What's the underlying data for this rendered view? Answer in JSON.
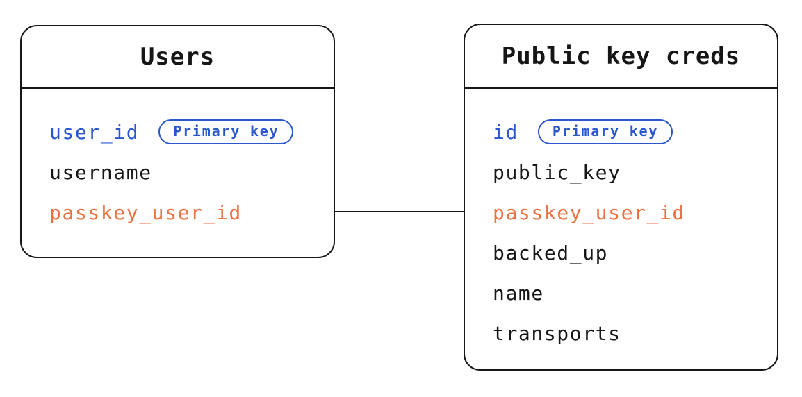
{
  "colors": {
    "primary_key_blue": "#2A57CE",
    "highlight_orange": "#EA7140",
    "text_black": "#161616",
    "line_black": "#161616",
    "background": "#FFFFFF"
  },
  "tables": [
    {
      "title": "Users",
      "fields": [
        {
          "name": "user_id",
          "color": "blue",
          "badge": "Primary key"
        },
        {
          "name": "username",
          "color": "black"
        },
        {
          "name": "passkey_user_id",
          "color": "orange"
        }
      ]
    },
    {
      "title": "Public key creds",
      "fields": [
        {
          "name": "id",
          "color": "blue",
          "badge": "Primary key"
        },
        {
          "name": "public_key",
          "color": "black"
        },
        {
          "name": "passkey_user_id",
          "color": "orange"
        },
        {
          "name": "backed_up",
          "color": "black"
        },
        {
          "name": "name",
          "color": "black"
        },
        {
          "name": "transports",
          "color": "black"
        }
      ]
    }
  ],
  "relationship": {
    "from_table": "Users",
    "from_field": "passkey_user_id",
    "to_table": "Public key creds",
    "to_field": "passkey_user_id"
  }
}
